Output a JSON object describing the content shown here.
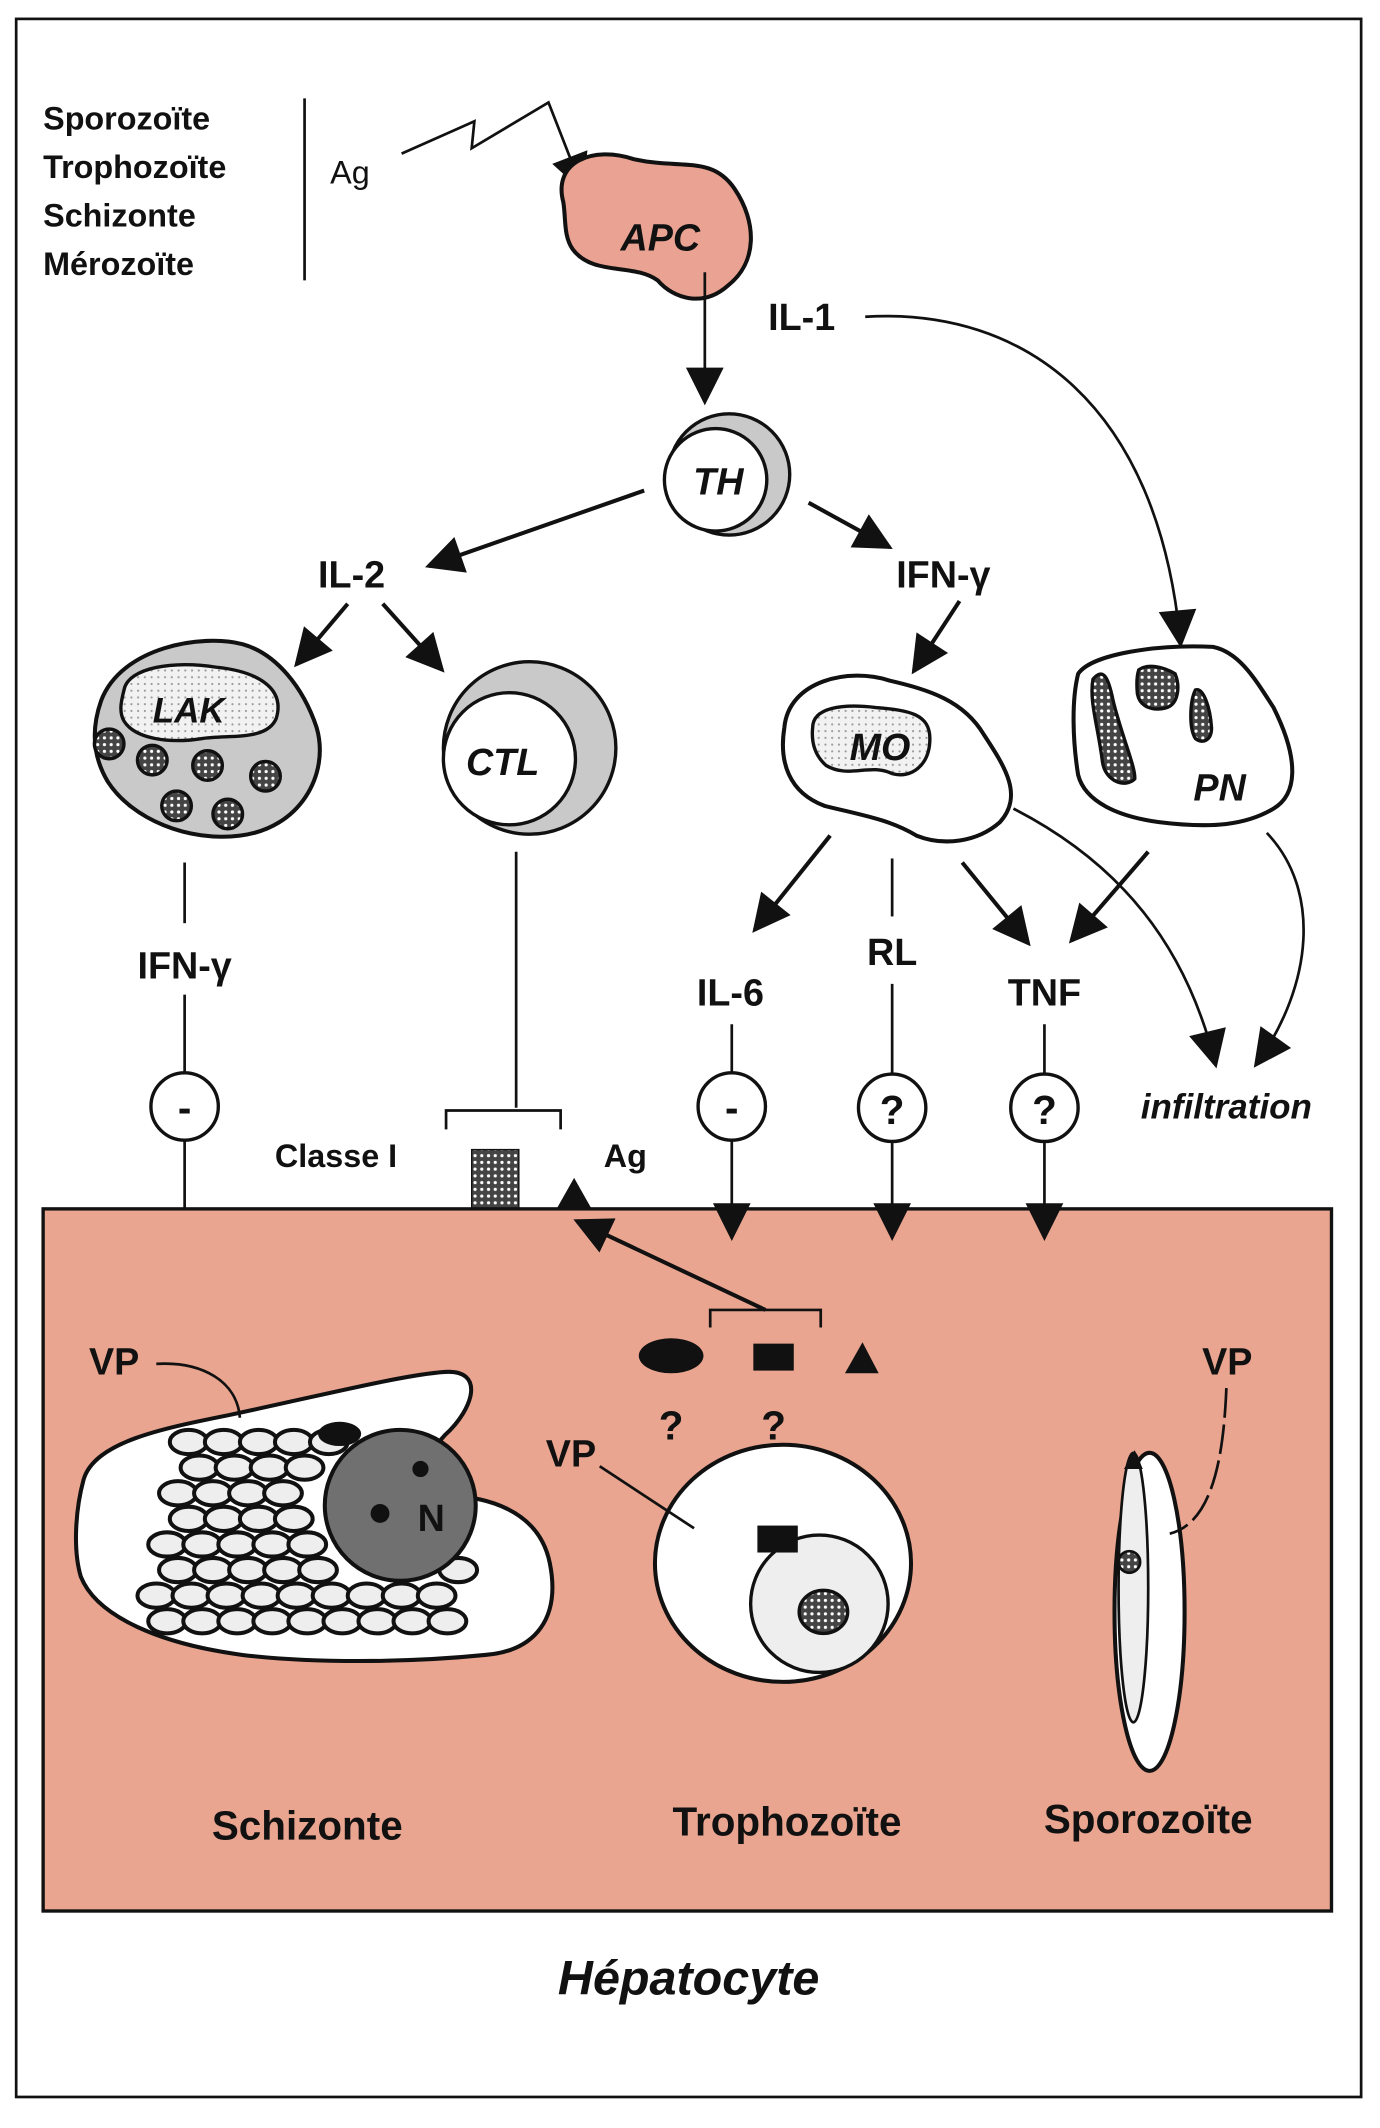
{
  "colors": {
    "hepatocyte_fill": "#e9a590",
    "apc_fill": "#eaa392",
    "cell_gray": "#c9c9c9",
    "dotted_gray": "#dcdcdc",
    "ink": "#111111",
    "background": "#ffffff"
  },
  "legend": {
    "stages": [
      "Sporozoïte",
      "Trophozoïte",
      "Schizonte",
      "Mérozoïte"
    ],
    "antigen_label": "Ag"
  },
  "cells": {
    "apc": "APC",
    "th": "TH",
    "lak": "LAK",
    "ctl": "CTL",
    "mo": "MO",
    "pn": "PN"
  },
  "mediators": {
    "il1": "IL-1",
    "il2": "IL-2",
    "ifn_gamma_th": "IFN-γ",
    "ifn_gamma_lak": "IFN-γ",
    "il6": "IL-6",
    "rl": "RL",
    "tnf": "TNF",
    "infiltration": "infiltration"
  },
  "effects": {
    "ifn_gamma_lak": "-",
    "il6": "-",
    "rl": "?",
    "tnf": "?"
  },
  "membrane": {
    "classe_label": "Classe I",
    "antigen_label": "Ag"
  },
  "hepatocyte": {
    "title": "Hépatocyte",
    "vp_label": "VP",
    "nucleus_label": "N",
    "unknown_mark": "?",
    "stages": {
      "schizonte": "Schizonte",
      "trophozoite": "Trophozoïte",
      "sporozoite": "Sporozoïte"
    }
  }
}
